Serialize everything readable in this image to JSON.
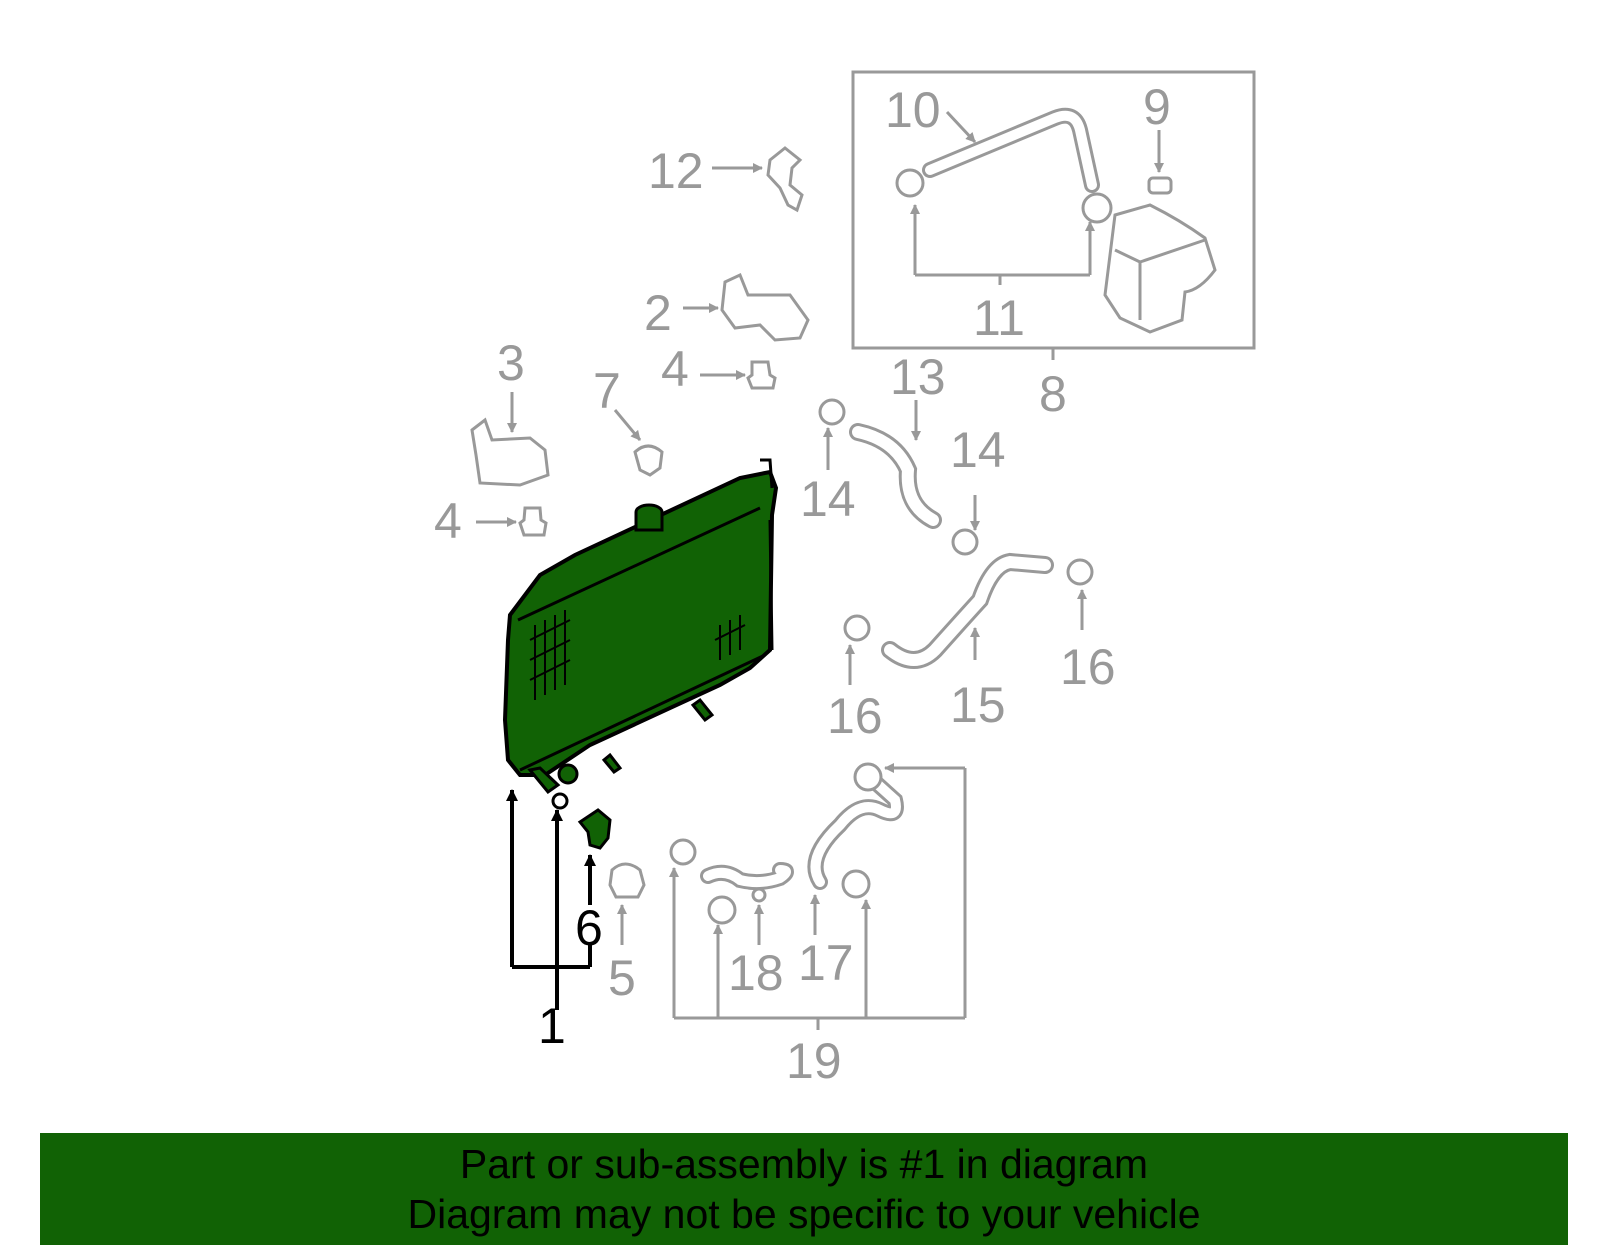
{
  "colors": {
    "highlight": "#116205",
    "gray_part": "#999999",
    "black_part": "#000000",
    "background": "#ffffff"
  },
  "diagram": {
    "callouts": [
      "10",
      "9",
      "12",
      "2",
      "11",
      "3",
      "7",
      "4",
      "13",
      "8",
      "14",
      "4",
      "14",
      "16",
      "16",
      "15",
      "6",
      "18",
      "17",
      "5",
      "1",
      "19"
    ],
    "highlighted_part": "1"
  },
  "banner": {
    "line1": "Part or sub-assembly is #1 in diagram",
    "line2": "Diagram may not be specific to your vehicle"
  }
}
